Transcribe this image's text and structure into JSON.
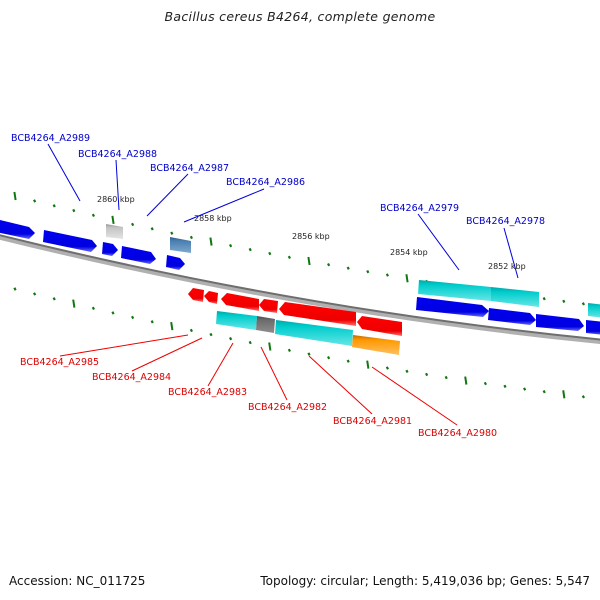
{
  "title": "Bacillus cereus B4264, complete genome",
  "footer": {
    "accession": "Accession: NC_011725",
    "summary": "Topology: circular; Length: 5,419,036 bp; Genes: 5,547"
  },
  "colors": {
    "forward_gene": "#0000ee",
    "reverse_gene": "#ee0000",
    "cds_feature": "#00cccc",
    "pseudo_gray": "#c0c0c0",
    "steelblue": "#4a7fb0",
    "dark_gray": "#707070",
    "orange": "#ff9900",
    "backbone": "#808080",
    "tick": "#117711",
    "forward_label": "#0000cc",
    "reverse_label": "#dd0000"
  },
  "scale": {
    "unit": "kbp",
    "labels": [
      {
        "text": "2860 kbp",
        "kbp": 2860
      },
      {
        "text": "2858 kbp",
        "kbp": 2858
      },
      {
        "text": "2856 kbp",
        "kbp": 2856
      },
      {
        "text": "2854 kbp",
        "kbp": 2854
      },
      {
        "text": "2852 kbp",
        "kbp": 2852
      }
    ]
  },
  "gene_labels_forward": [
    {
      "text": "BCB4264_A2989"
    },
    {
      "text": "BCB4264_A2988"
    },
    {
      "text": "BCB4264_A2987"
    },
    {
      "text": "BCB4264_A2986"
    },
    {
      "text": "BCB4264_A2979"
    },
    {
      "text": "BCB4264_A2978"
    }
  ],
  "gene_labels_reverse": [
    {
      "text": "BCB4264_A2985"
    },
    {
      "text": "BCB4264_A2984"
    },
    {
      "text": "BCB4264_A2983"
    },
    {
      "text": "BCB4264_A2982"
    },
    {
      "text": "BCB4264_A2981"
    },
    {
      "text": "BCB4264_A2980"
    }
  ]
}
